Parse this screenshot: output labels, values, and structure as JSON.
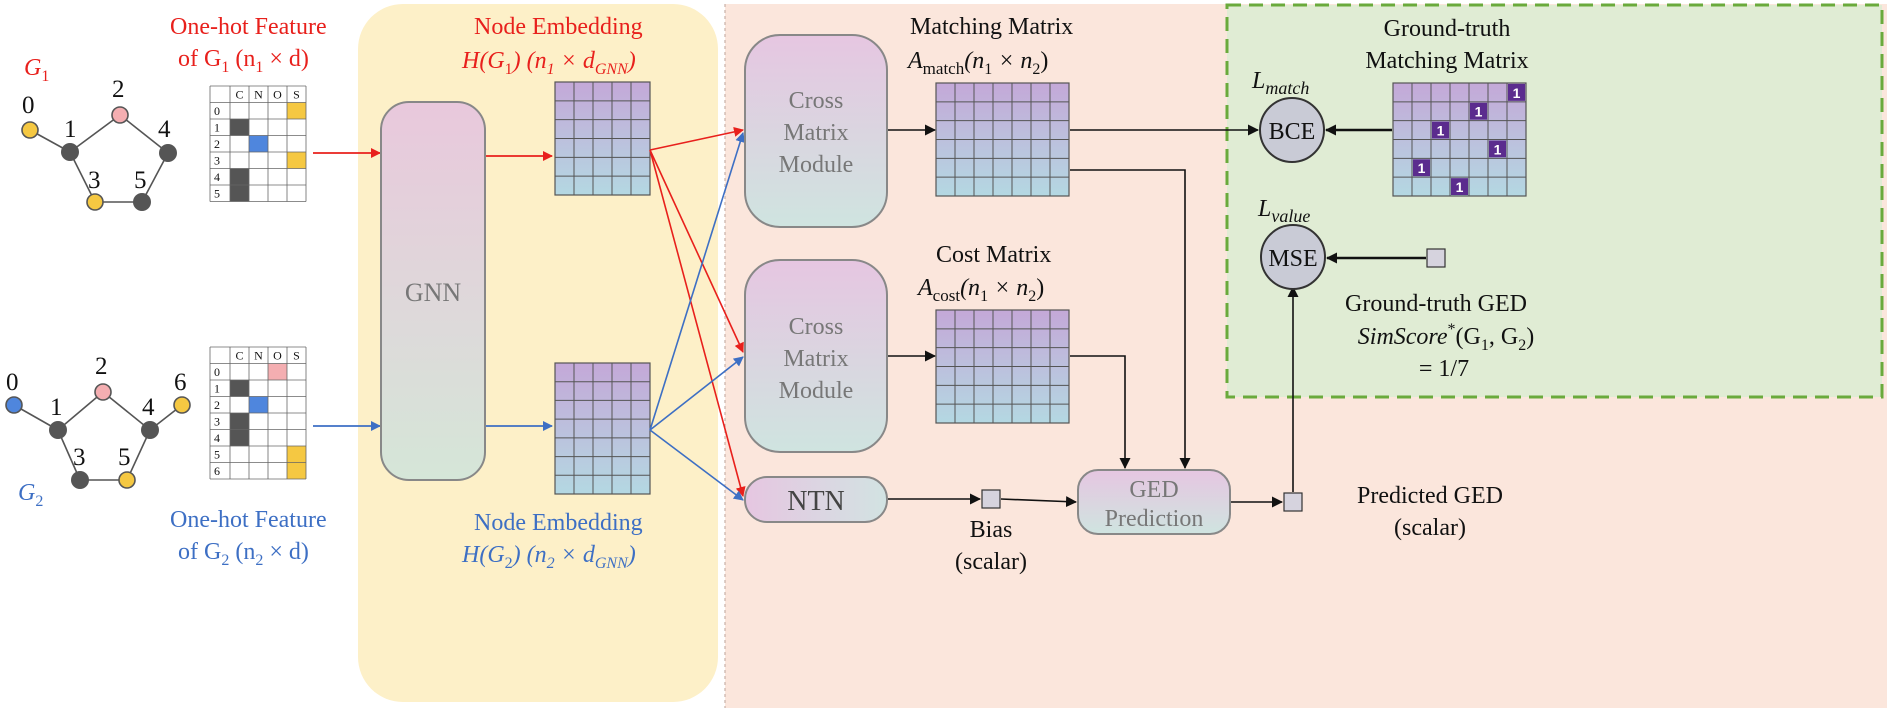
{
  "graph1": {
    "name_main": "G",
    "name_sub": "1",
    "node_labels": [
      "0",
      "1",
      "2",
      "3",
      "4",
      "5"
    ],
    "feature_title_line1": "One-hot Feature",
    "feature_title_line2_prefix": "of G",
    "feature_title_line2_sub": "1",
    "feature_title_line2_rest": " (n",
    "feature_title_line2_sub2": "1",
    "feature_title_line2_end": " × d)"
  },
  "graph2": {
    "name_main": "G",
    "name_sub": "2",
    "node_labels": [
      "0",
      "1",
      "2",
      "3",
      "4",
      "5",
      "6"
    ],
    "feature_title_line1": "One-hot Feature",
    "feature_title_line2_prefix": "of G",
    "feature_title_line2_sub": "2",
    "feature_title_line2_rest": " (n",
    "feature_title_line2_sub2": "2",
    "feature_title_line2_end": " × d)"
  },
  "feature_table": {
    "columns": [
      "C",
      "N",
      "O",
      "S"
    ],
    "rows_g1": [
      "0",
      "1",
      "2",
      "3",
      "4",
      "5"
    ],
    "rows_g2": [
      "0",
      "1",
      "2",
      "3",
      "4",
      "5",
      "6"
    ],
    "cells_g1": [
      3,
      0,
      1,
      3,
      0,
      0
    ],
    "cells_g2": [
      2,
      0,
      1,
      0,
      0,
      3,
      3
    ]
  },
  "gnn": {
    "label": "GNN"
  },
  "embedding1": {
    "line1": "Node Embedding",
    "line2_main": "H(G",
    "line2_sub": "1",
    "line2_mid": ") (n",
    "line2_sub2": "1",
    "line2_mid2": " × d",
    "line2_sub3": "GNN",
    "line2_end": ")"
  },
  "embedding2": {
    "line1": "Node Embedding",
    "line2_main": "H(G",
    "line2_sub": "2",
    "line2_mid": ") (n",
    "line2_sub2": "2",
    "line2_mid2": " × d",
    "line2_sub3": "GNN",
    "line2_end": ")"
  },
  "cross_module": {
    "line1": "Cross",
    "line2": "Matrix",
    "line3": "Module"
  },
  "matching_matrix": {
    "title": "Matching Matrix",
    "formula_main": "A",
    "formula_sub": "match",
    "formula_rest": "(n",
    "formula_sub2": "1",
    "formula_mid": " × n",
    "formula_sub3": "2",
    "formula_end": ")"
  },
  "cost_matrix": {
    "title": "Cost Matrix",
    "formula_main": "A",
    "formula_sub": "cost",
    "formula_rest": "(n",
    "formula_sub2": "1",
    "formula_mid": " × n",
    "formula_sub3": "2",
    "formula_end": ")"
  },
  "ntn": {
    "label": "NTN"
  },
  "bias": {
    "line1": "Bias",
    "line2": "(scalar)"
  },
  "ged_prediction": {
    "line1": "GED",
    "line2": "Prediction"
  },
  "predicted_ged": {
    "line1": "Predicted GED",
    "line2": "(scalar)"
  },
  "loss_match": {
    "main": "L",
    "sub": "match",
    "node": "BCE"
  },
  "loss_value": {
    "main": "L",
    "sub": "value",
    "node": "MSE"
  },
  "gt_matching": {
    "line1": "Ground-truth",
    "line2": "Matching Matrix",
    "ones": [
      "1",
      "1",
      "1",
      "1",
      "1",
      "1"
    ]
  },
  "gt_ged": {
    "line1": "Ground-truth GED",
    "line2_main": "SimScore",
    "line2_sup": "*",
    "line2_rest": "(G",
    "line2_sub": "1",
    "line2_mid": ", G",
    "line2_sub2": "2",
    "line2_end": ")",
    "line3": "= 1/7"
  },
  "colors": {
    "red": "#e8201c",
    "blue": "#3d6fc4",
    "yellow_panel": "#fdf0c8",
    "pink_panel": "#fbe6dc",
    "green_panel": "#e0ecd4",
    "green_border": "#6aaa3c",
    "node_gray": "#555555",
    "node_yellow": "#f5c842",
    "node_pink": "#f4aeb1",
    "node_blue": "#4f86dd",
    "match_one": "#5b2c8e"
  }
}
